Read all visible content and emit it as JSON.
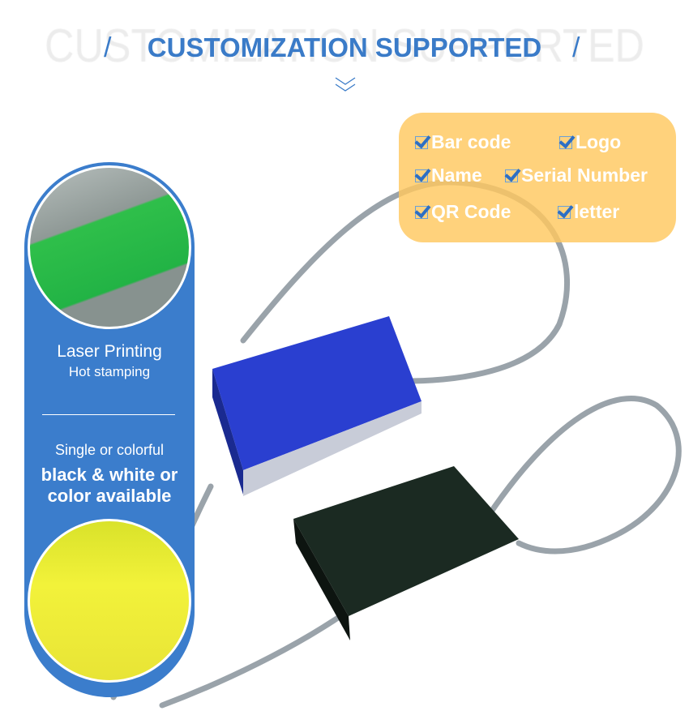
{
  "header": {
    "ghost_title": "CUSTOMIZATION SUPPORTED",
    "title": "CUSTOMIZATION SUPPORTED",
    "slash_left": "/",
    "slash_right": "/"
  },
  "features": [
    "Bar code",
    "Logo",
    "Name",
    "Serial Number",
    "QR Code",
    "letter"
  ],
  "panel": {
    "heading": "Laser Printing",
    "subheading": "Hot stamping",
    "line1": "Single or colorful",
    "line2": "black & white or",
    "line3": "color available"
  },
  "colors": {
    "accent": "#3a7bc8",
    "panel": "#3b7dcc",
    "features_bg": "#ffc85f"
  }
}
